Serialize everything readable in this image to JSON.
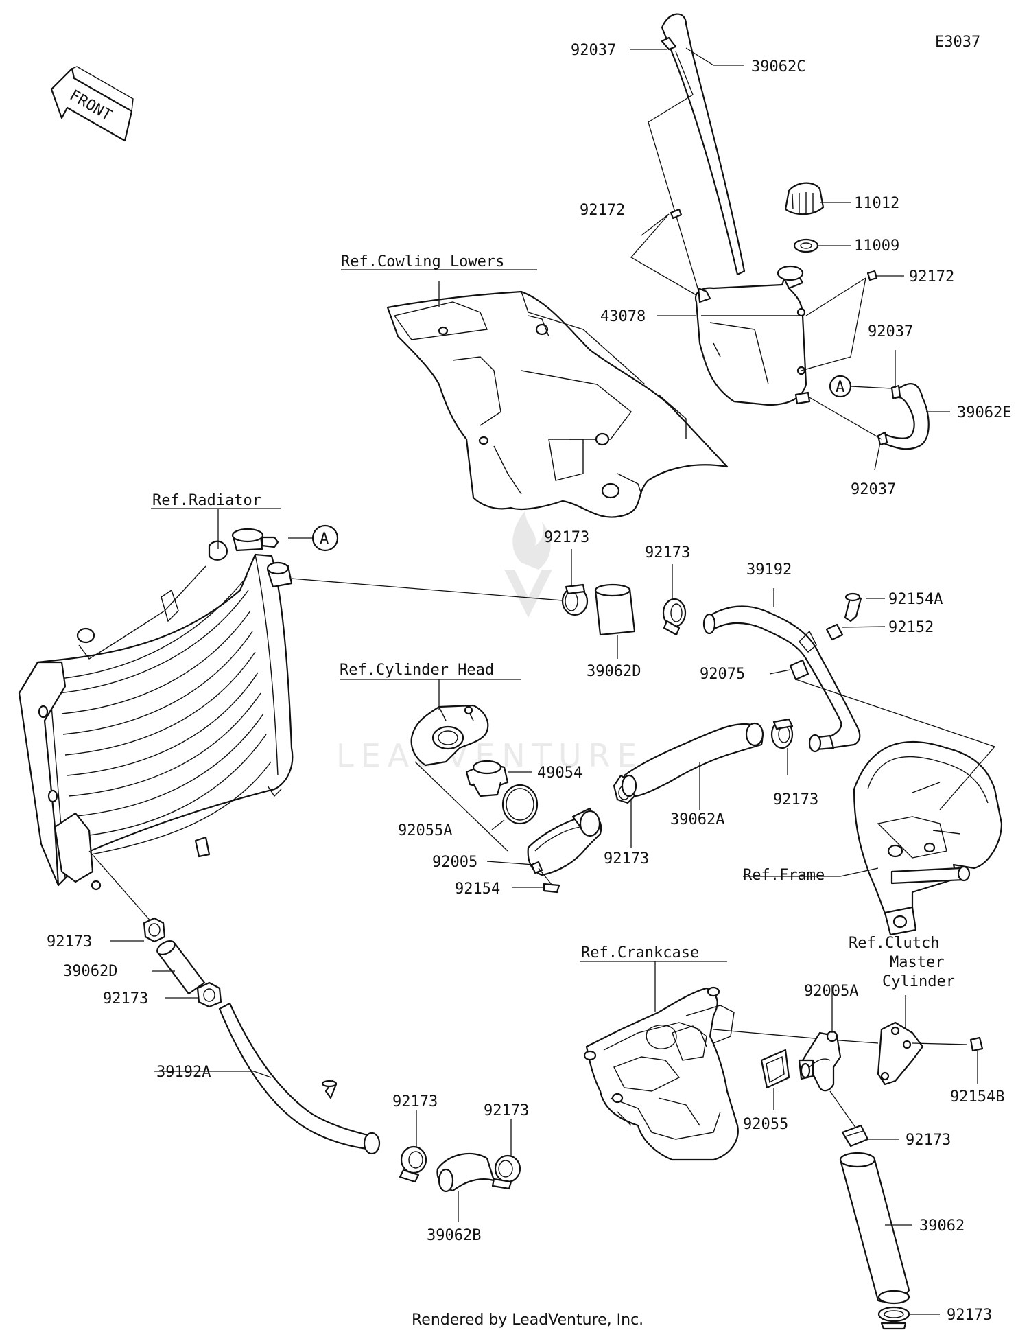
{
  "diagram_code": "E3037",
  "front_arrow_label": "FRONT",
  "footer": "Rendered by LeadVenture, Inc.",
  "watermark": "LEADVENTURE",
  "callout_A": "A",
  "refs": {
    "cowling": "Ref.Cowling Lowers",
    "radiator": "Ref.Radiator",
    "cylinder_head": "Ref.Cylinder Head",
    "frame": "Ref.Frame",
    "crankcase": "Ref.Crankcase",
    "clutch": [
      "Ref.Clutch",
      "Master",
      "Cylinder"
    ]
  },
  "parts": {
    "p92037_top": "92037",
    "p39062C": "39062C",
    "p11012": "11012",
    "p11009": "11009",
    "p92172_left": "92172",
    "p92172_right": "92172",
    "p43078": "43078",
    "p92037_mid": "92037",
    "p39062E": "39062E",
    "p92037_low": "92037",
    "p92173_a": "92173",
    "p92173_b": "92173",
    "p39192": "39192",
    "p92154A": "92154A",
    "p92152": "92152",
    "p92075": "92075",
    "p39062D_top": "39062D",
    "p49054": "49054",
    "p92055A": "92055A",
    "p92005": "92005",
    "p92154": "92154",
    "p92173_c": "92173",
    "p39062A": "39062A",
    "p92173_d": "92173",
    "p92173_e": "92173",
    "p39062D_left": "39062D",
    "p92173_f": "92173",
    "p39192A": "39192A",
    "p92173_g": "92173",
    "p92173_h": "92173",
    "p39062B": "39062B",
    "p92005A": "92005A",
    "p92055": "92055",
    "p92154B": "92154B",
    "p92173_i": "92173",
    "p39062": "39062",
    "p92173_j": "92173"
  }
}
